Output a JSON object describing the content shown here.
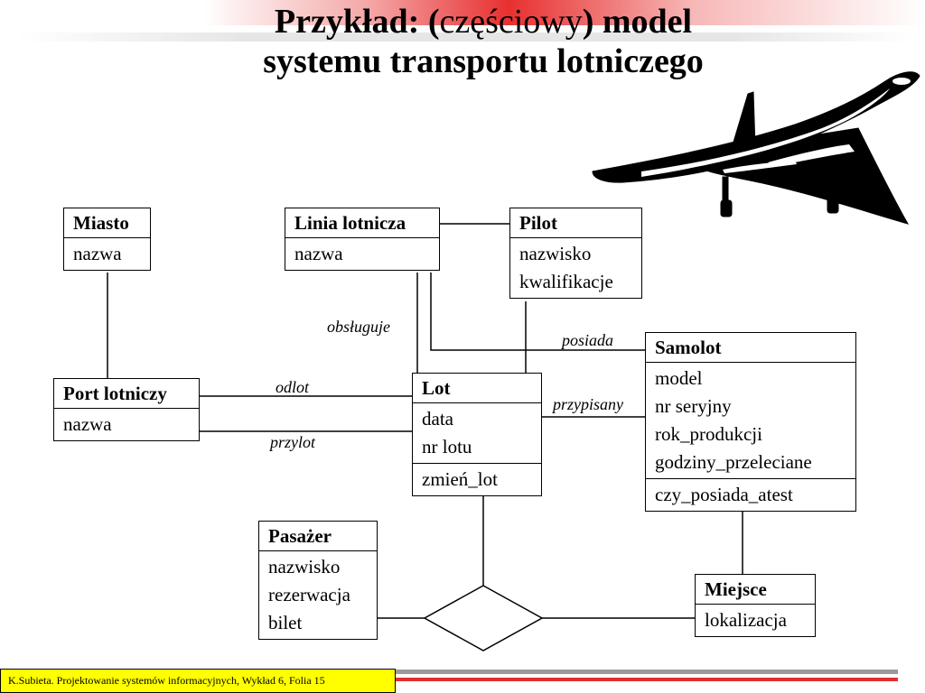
{
  "slide": {
    "title_bold_1": "Przykład: (",
    "title_light": "częściowy",
    "title_bold_2": ") model",
    "title_line2": "systemu transportu lotniczego"
  },
  "classes": {
    "miasto": {
      "name": "Miasto",
      "attrs": [
        "nazwa"
      ]
    },
    "linia": {
      "name": "Linia lotnicza",
      "attrs": [
        "nazwa"
      ]
    },
    "pilot": {
      "name": "Pilot",
      "attrs": [
        "nazwisko",
        "kwalifikacje"
      ]
    },
    "port": {
      "name": "Port lotniczy",
      "attrs": [
        "nazwa"
      ]
    },
    "lot": {
      "name": "Lot",
      "attrs": [
        "data",
        "nr lotu"
      ],
      "methods": [
        "zmień_lot"
      ]
    },
    "samolot": {
      "name": "Samolot",
      "attrs": [
        "model",
        "nr seryjny",
        "rok_produkcji",
        "godziny_przeleciane"
      ],
      "methods": [
        "czy_posiada_atest"
      ]
    },
    "pasazer": {
      "name": "Pasażer",
      "attrs": [
        "nazwisko",
        "rezerwacja",
        "bilet"
      ]
    },
    "miejsce": {
      "name": "Miejsce",
      "attrs": [
        "lokalizacja"
      ]
    }
  },
  "relations": {
    "obsluguje": "obsługuje",
    "posiada": "posiada",
    "odlot": "odlot",
    "przylot": "przylot",
    "przypisany": "przypisany"
  },
  "footer": {
    "text": "K.Subieta. Projektowanie systemów informacyjnych, Wykład 6, Folia 15"
  },
  "colors": {
    "accent": "#e83030",
    "footer_bg": "#ffff00"
  }
}
